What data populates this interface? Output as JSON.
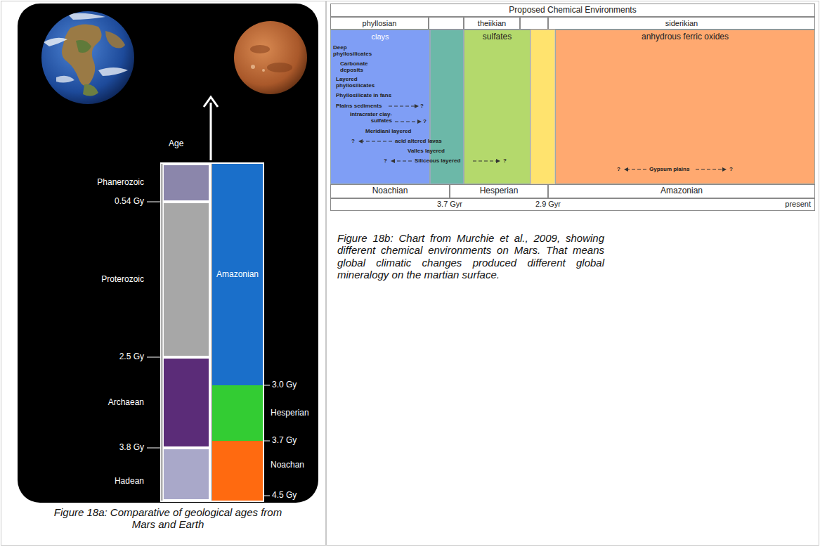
{
  "diagram": {
    "nodes": [
      {
        "text": [
          "Phanerozoic"
        ]
      },
      {
        "text": [
          "Proterozoic"
        ]
      },
      {
        "text": [
          "Archaean"
        ]
      },
      {
        "text": [
          "Hadean"
        ]
      },
      {
        "text": [
          "Amazonian"
        ]
      },
      {
        "text": [
          "Hesperian"
        ]
      },
      {
        "text": [
          "Noachan"
        ]
      },
      {
        "text": [
          "Proposed Chemical Environments"
        ]
      },
      {
        "text": [
          "phyllosian"
        ]
      },
      {
        "text": [
          "theiikian"
        ]
      },
      {
        "text": [
          "siderikian"
        ]
      },
      {
        "text": [
          "clays"
        ]
      },
      {
        "text": [
          "sulfates"
        ]
      },
      {
        "text": [
          "anhydrous ferric oxides"
        ]
      },
      {
        "text": [
          "Noachian"
        ]
      },
      {
        "text": [
          "Hesperian"
        ]
      },
      {
        "text": [
          "Amazonian"
        ]
      }
    ],
    "labels": [
      "Age",
      "0.54 Gy",
      "2.5 Gy",
      "3.8 Gy",
      "3.0 Gy",
      "3.7 Gy",
      "4.5 Gy",
      "Figure 18a: Comparative of geological ages from Mars and Earth",
      "Deep phyllosilicates",
      "Carbonate deposits",
      "Layered phyllosilicates",
      "Phyllosilicate in fans",
      "Plains sediments",
      "?",
      "Intracrater clay-sulfates",
      "?",
      "Meridiani layered",
      "?",
      "acid altered lavas",
      "Valles layered",
      "?",
      "Siliceous layered",
      "?",
      "?",
      "Gypsum plains",
      "?",
      "3.7 Gyr",
      "2.9 Gyr",
      "present",
      "Figure 18b: Chart from Murchie et al., 2009, showing different chemical environments on Mars. That means global climatic changes produced different global mineralogy on the martian surface."
    ]
  }
}
